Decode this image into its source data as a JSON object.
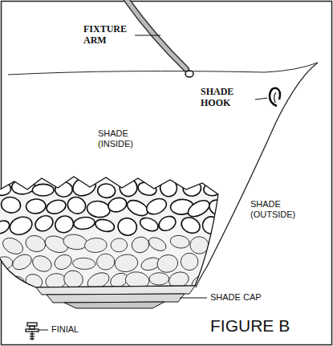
{
  "diagram": {
    "caption": "FIGURE B",
    "labels": [
      "FIXTURE ARM",
      "SHADE HOOK",
      "SHADE (INSIDE)",
      "SHADE (OUTSIDE)",
      "SHADE CAP",
      "FINIAL"
    ]
  }
}
